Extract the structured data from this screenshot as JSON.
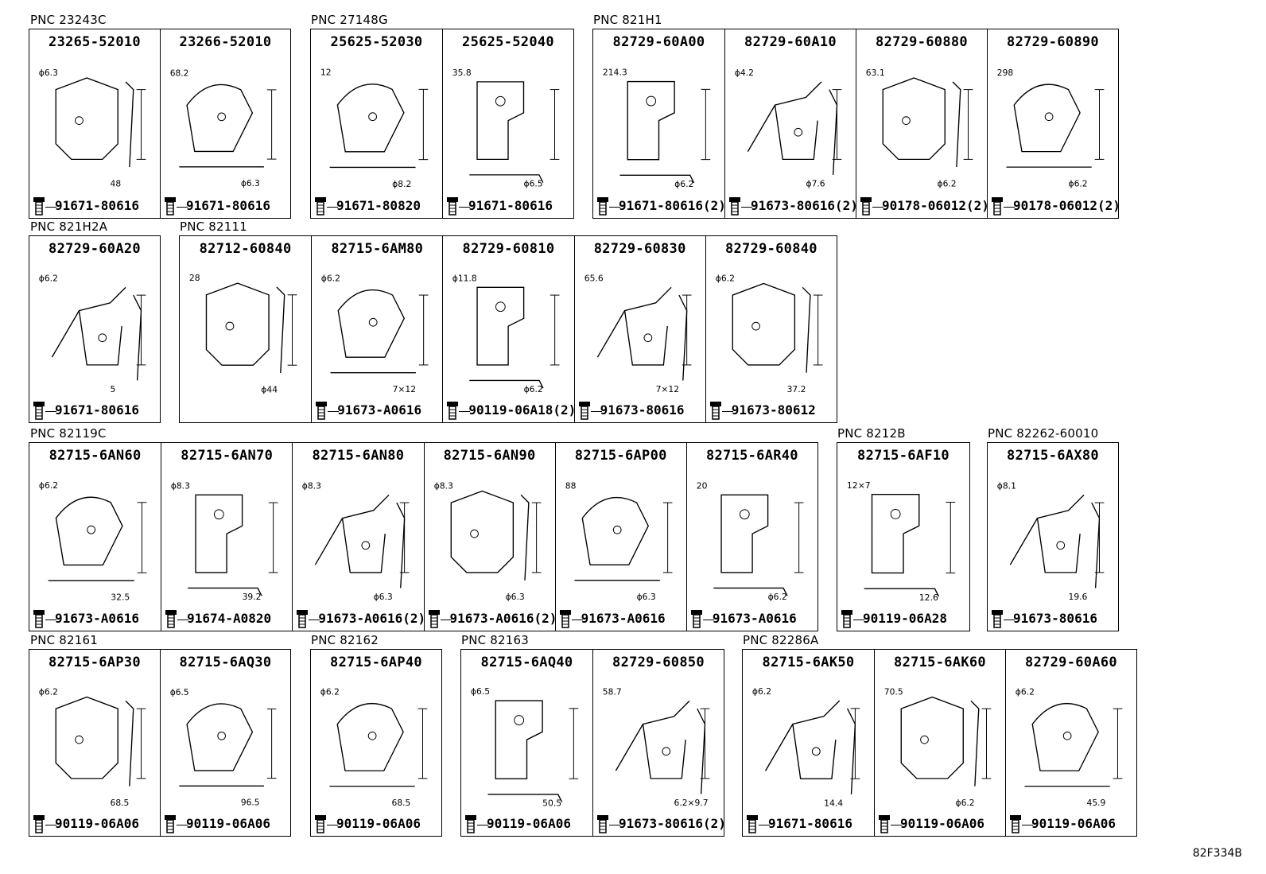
{
  "groups": [
    {
      "pnc": "PNC 23243C",
      "cells": [
        {
          "part": "23265-52010",
          "fastener": "91671-80616",
          "dims": [
            "ϕ6.3",
            "48"
          ]
        },
        {
          "part": "23266-52010",
          "fastener": "91671-80616",
          "dims": [
            "68.2",
            "ϕ6.3"
          ]
        }
      ]
    },
    {
      "pnc": "PNC 27148G",
      "cells": [
        {
          "part": "25625-52030",
          "fastener": "91671-80820",
          "dims": [
            "12",
            "ϕ8.2"
          ]
        },
        {
          "part": "25625-52040",
          "fastener": "91671-80616",
          "dims": [
            "35.8",
            "ϕ6.5"
          ]
        }
      ]
    },
    {
      "pnc": "PNC 821H1",
      "cells": [
        {
          "part": "82729-60A00",
          "fastener": "91671-80616(2)",
          "dims": [
            "214.3",
            "ϕ6.2"
          ]
        },
        {
          "part": "82729-60A10",
          "fastener": "91673-80616(2)",
          "dims": [
            "ϕ4.2",
            "ϕ7.6"
          ]
        },
        {
          "part": "82729-60880",
          "fastener": "90178-06012(2)",
          "dims": [
            "63.1",
            "ϕ6.2"
          ]
        },
        {
          "part": "82729-60890",
          "fastener": "90178-06012(2)",
          "dims": [
            "298",
            "ϕ6.2"
          ]
        }
      ]
    },
    {
      "pnc": "PNC 821H2A",
      "cells": [
        {
          "part": "82729-60A20",
          "fastener": "91671-80616",
          "dims": [
            "ϕ6.2",
            "5"
          ]
        }
      ]
    },
    {
      "pnc": "PNC 82111",
      "cells": [
        {
          "part": "82712-60840",
          "fastener": "",
          "dims": [
            "28",
            "ϕ44"
          ]
        },
        {
          "part": "82715-6AM80",
          "fastener": "91673-A0616",
          "dims": [
            "ϕ6.2",
            "7×12"
          ]
        },
        {
          "part": "82729-60810",
          "fastener": "90119-06A18(2)",
          "dims": [
            "ϕ11.8",
            "ϕ6.2"
          ]
        },
        {
          "part": "82729-60830",
          "fastener": "91673-80616",
          "dims": [
            "65.6",
            "7×12"
          ]
        },
        {
          "part": "82729-60840",
          "fastener": "91673-80612",
          "dims": [
            "ϕ6.2",
            "37.2"
          ]
        }
      ]
    },
    {
      "pnc": "PNC 82119C",
      "cells": [
        {
          "part": "82715-6AN60",
          "fastener": "91673-A0616",
          "dims": [
            "ϕ6.2",
            "32.5"
          ]
        },
        {
          "part": "82715-6AN70",
          "fastener": "91674-A0820",
          "dims": [
            "ϕ8.3",
            "39.2"
          ]
        },
        {
          "part": "82715-6AN80",
          "fastener": "91673-A0616(2)",
          "dims": [
            "ϕ8.3",
            "ϕ6.3"
          ]
        },
        {
          "part": "82715-6AN90",
          "fastener": "91673-A0616(2)",
          "dims": [
            "ϕ8.3",
            "ϕ6.3"
          ]
        },
        {
          "part": "82715-6AP00",
          "fastener": "91673-A0616",
          "dims": [
            "88",
            "ϕ6.3"
          ]
        },
        {
          "part": "82715-6AR40",
          "fastener": "91673-A0616",
          "dims": [
            "20",
            "ϕ6.2"
          ]
        }
      ]
    },
    {
      "pnc": "PNC 8212B",
      "cells": [
        {
          "part": "82715-6AF10",
          "fastener": "90119-06A28",
          "dims": [
            "12×7",
            "12.6"
          ]
        }
      ]
    },
    {
      "pnc": "PNC 82262-60010",
      "cells": [
        {
          "part": "82715-6AX80",
          "fastener": "91673-80616",
          "dims": [
            "ϕ8.1",
            "19.6"
          ]
        }
      ]
    },
    {
      "pnc": "PNC 82161",
      "cells": [
        {
          "part": "82715-6AP30",
          "fastener": "90119-06A06",
          "dims": [
            "ϕ6.2",
            "68.5"
          ]
        },
        {
          "part": "82715-6AQ30",
          "fastener": "90119-06A06",
          "dims": [
            "ϕ6.5",
            "96.5"
          ]
        }
      ]
    },
    {
      "pnc": "PNC 82162",
      "cells": [
        {
          "part": "82715-6AP40",
          "fastener": "90119-06A06",
          "dims": [
            "ϕ6.2",
            "68.5"
          ]
        }
      ]
    },
    {
      "pnc": "PNC 82163",
      "cells": [
        {
          "part": "82715-6AQ40",
          "fastener": "90119-06A06",
          "dims": [
            "ϕ6.5",
            "50.5"
          ]
        },
        {
          "part": "82729-60850",
          "fastener": "91673-80616(2)",
          "dims": [
            "58.7",
            "6.2×9.7"
          ]
        }
      ]
    },
    {
      "pnc": "PNC 82286A",
      "cells": [
        {
          "part": "82715-6AK50",
          "fastener": "91671-80616",
          "dims": [
            "ϕ6.2",
            "14.4"
          ]
        },
        {
          "part": "82715-6AK60",
          "fastener": "90119-06A06",
          "dims": [
            "70.5",
            "ϕ6.2"
          ]
        },
        {
          "part": "82729-60A60",
          "fastener": "90119-06A06",
          "dims": [
            "ϕ6.2",
            "45.9"
          ]
        }
      ]
    }
  ],
  "diagram_code": "82F334B"
}
